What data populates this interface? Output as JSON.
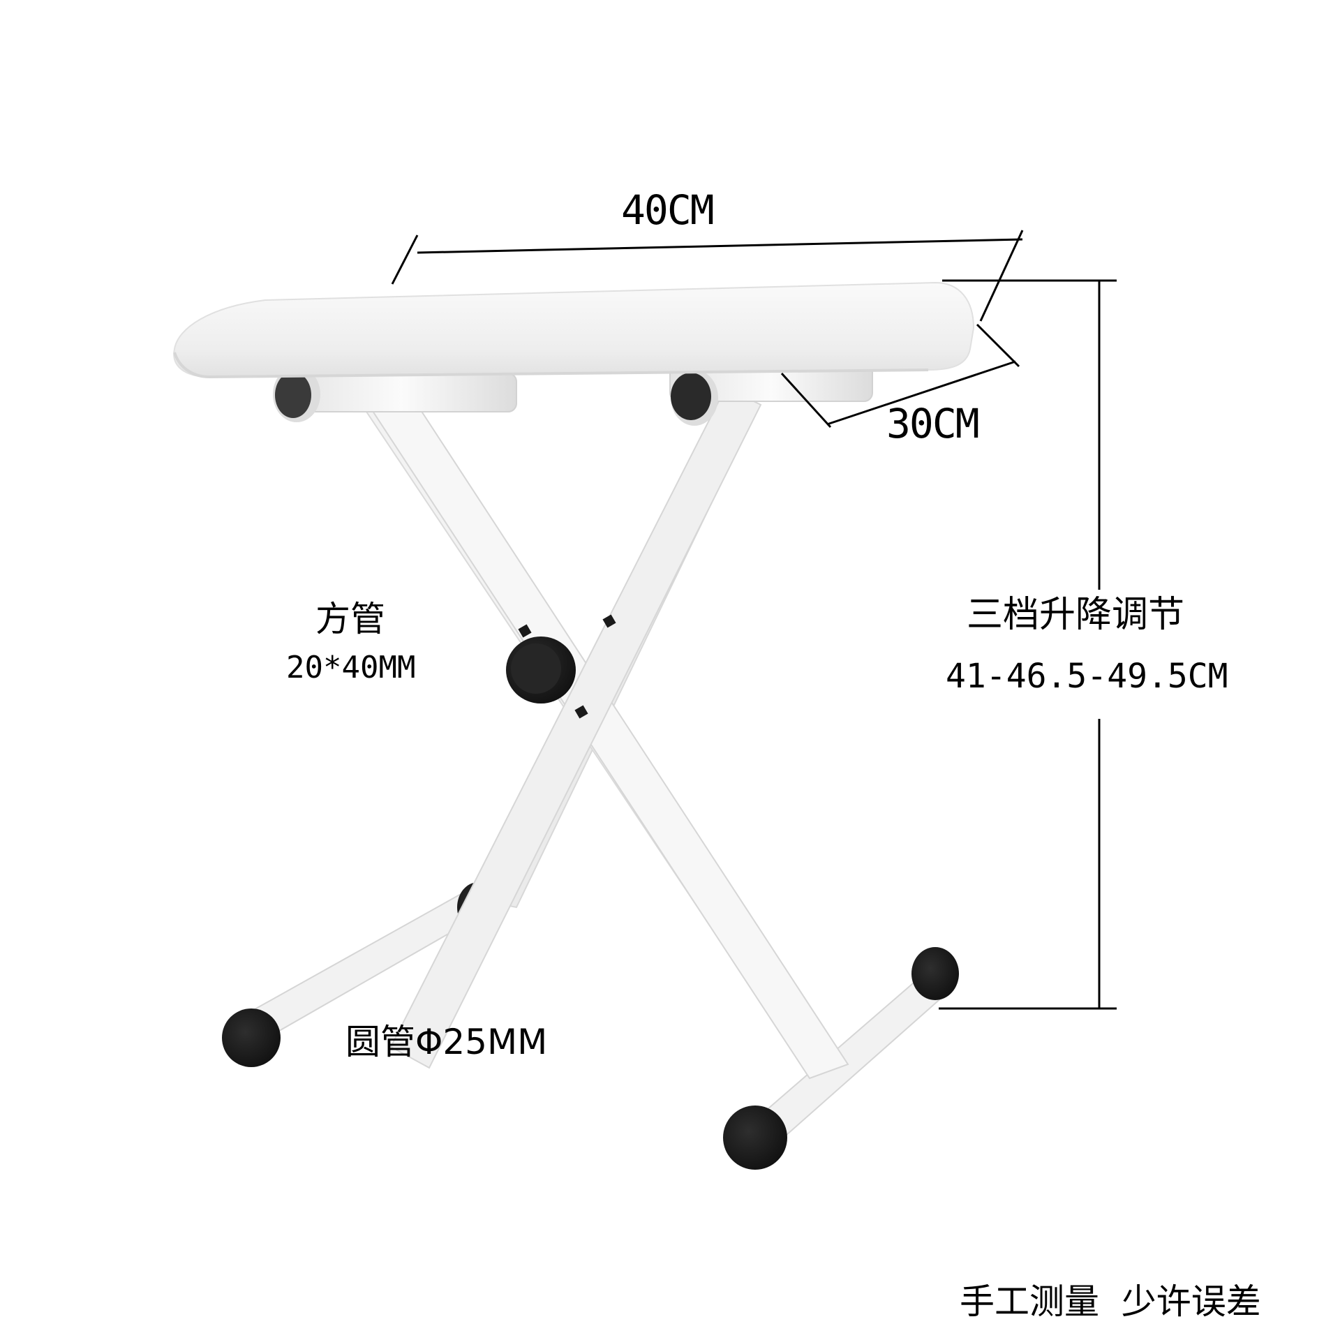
{
  "product": {
    "name": "folding X-frame stool",
    "seat_color": "#eeeeee",
    "frame_color": "#f2f2f2",
    "cap_color": "#1e1e1e"
  },
  "dimensions": {
    "width": "40CM",
    "depth": "30CM",
    "height_adjust_title": "三档升降调节",
    "height_adjust_values": "41-46.5-49.5CM"
  },
  "materials": {
    "square_tube_title": "方管",
    "square_tube_size": "20*40MM",
    "round_tube": "圆管Φ25MM"
  },
  "footnote": "手工测量  少许误差",
  "line_color": "#000000"
}
